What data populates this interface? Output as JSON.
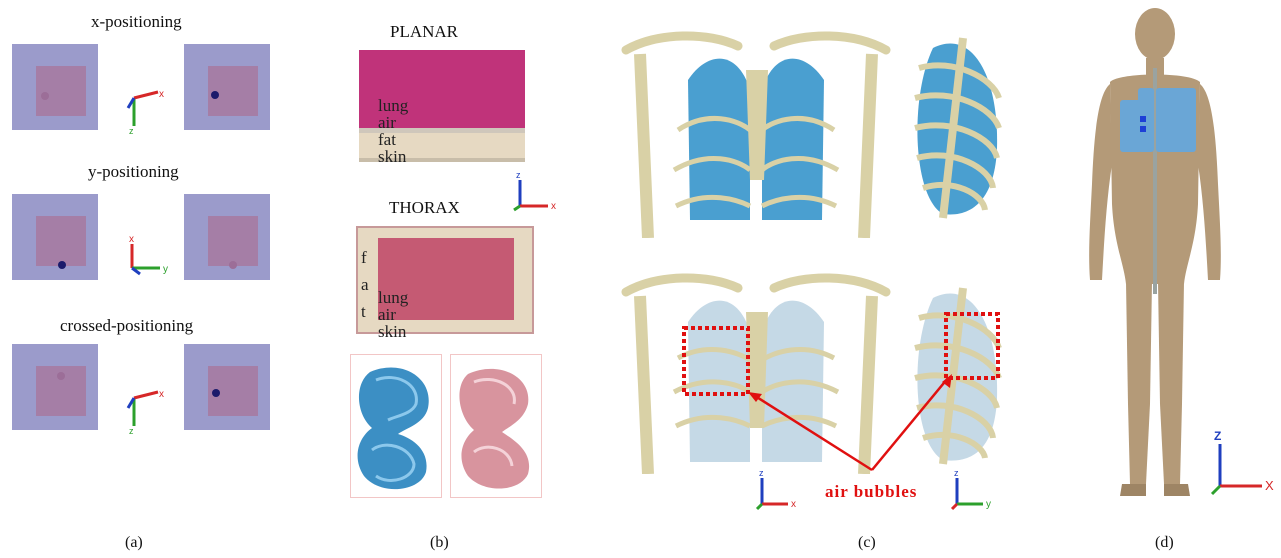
{
  "panel_a": {
    "sections": [
      {
        "title": "x-positioning",
        "axes": {
          "horizontal": "x",
          "vertical": "z"
        }
      },
      {
        "title": "y-positioning",
        "axes": {
          "horizontal": "y",
          "vertical": "x"
        }
      },
      {
        "title": "crossed-positioning",
        "axes": {
          "horizontal": "x",
          "vertical": "z"
        }
      }
    ],
    "caption": "(a)"
  },
  "panel_b": {
    "planar_title": "PLANAR",
    "planar_layers": [
      "lung",
      "air",
      "fat",
      "skin"
    ],
    "planar_axes": {
      "vertical": "z",
      "horizontal": "x"
    },
    "thorax_title": "THORAX",
    "thorax_side_letters": [
      "f",
      "a",
      "t"
    ],
    "thorax_layers": [
      "lung",
      "air",
      "skin"
    ],
    "caption": "(b)"
  },
  "panel_c": {
    "annotation": "air bubbles",
    "axes_left": {
      "vertical": "z",
      "horizontal": "x"
    },
    "axes_right": {
      "vertical": "z",
      "horizontal": "y"
    },
    "caption": "(c)"
  },
  "panel_d": {
    "axes": {
      "vertical": "Z",
      "horizontal": "X"
    },
    "caption": "(d)"
  },
  "colors": {
    "square_outer": "#9b9bcb",
    "square_inner": "#a57ea6",
    "lung_magenta": "#c0337a",
    "lung_rose": "#c55a73",
    "fat_beige": "#e6d9c2",
    "bone": "#d9d1a6",
    "lung_blue": "#4a9fd0",
    "annotation_red": "#e01010"
  }
}
